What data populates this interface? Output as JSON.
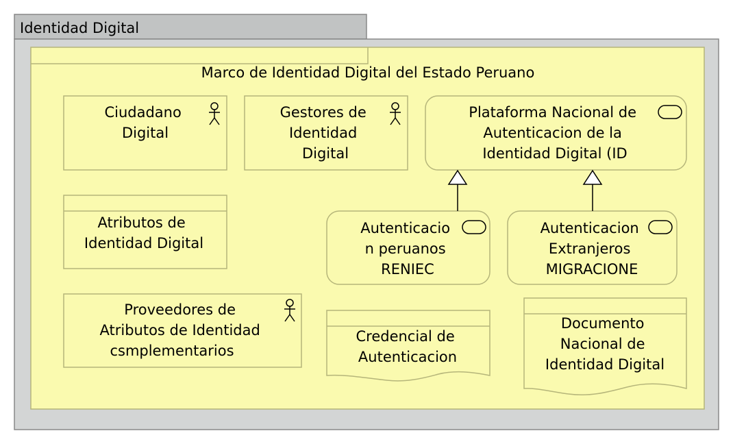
{
  "colors": {
    "outer_fill": "#d3d5d5",
    "outer_tab_fill": "#c1c3c3",
    "outer_stroke": "#888888",
    "group_fill": "#fafaaf",
    "group_stroke": "#b5b57a",
    "line": "#000000"
  },
  "outer_group": {
    "title": "Identidad Digital"
  },
  "inner_group": {
    "title": "Marco de Identidad Digital del Estado Peruano"
  },
  "elements": {
    "ciudadano": {
      "lines": [
        "Ciudadano",
        "Digital"
      ],
      "type": "business-actor",
      "icon": "actor-icon"
    },
    "gestores": {
      "lines": [
        "Gestores de",
        "Identidad",
        "Digital"
      ],
      "type": "business-actor",
      "icon": "actor-icon"
    },
    "plataforma": {
      "lines": [
        "Plataforma Nacional de",
        "Autenticacion de la",
        "Identidad Digital (ID"
      ],
      "type": "business-service",
      "icon": "service-icon"
    },
    "atributos": {
      "lines": [
        "Atributos de",
        "Identidad Digital"
      ],
      "type": "business-object"
    },
    "reniec": {
      "lines": [
        "Autenticacio",
        "n peruanos",
        "RENIEC"
      ],
      "type": "business-service",
      "icon": "service-icon"
    },
    "migraciones": {
      "lines": [
        "Autenticacion",
        "Extranjeros",
        "MIGRACIONE"
      ],
      "type": "business-service",
      "icon": "service-icon"
    },
    "proveedores": {
      "lines": [
        "Proveedores de",
        "Atributos de Identidad",
        "csmplementarios"
      ],
      "type": "business-actor",
      "icon": "actor-icon"
    },
    "credencial": {
      "lines": [
        "Credencial de",
        "Autenticacion"
      ],
      "type": "representation"
    },
    "documento": {
      "lines": [
        "Documento",
        "Nacional de",
        "Identidad Digital"
      ],
      "type": "representation"
    }
  },
  "relations": [
    {
      "type": "specialization",
      "from": "reniec",
      "to": "plataforma"
    },
    {
      "type": "specialization",
      "from": "migraciones",
      "to": "plataforma"
    }
  ]
}
